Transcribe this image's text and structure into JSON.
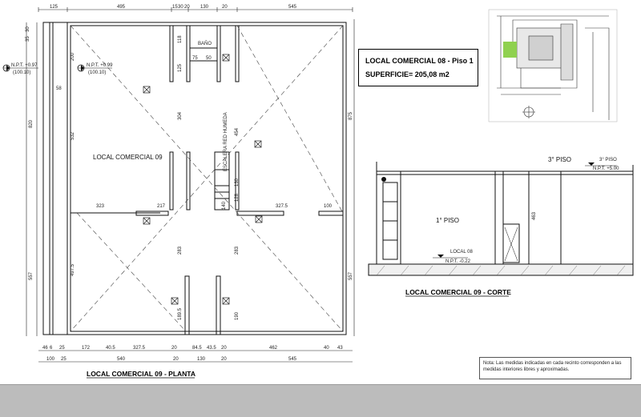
{
  "title_box": {
    "line1": "LOCAL COMERCIAL 08 - Piso 1",
    "line2": "SUPERFICIE= 205,08 m2"
  },
  "plan": {
    "room_label": "LOCAL COMERCIAL 09",
    "caption": "LOCAL COMERCIAL 09 - PLANTA",
    "top_dims": [
      "125",
      "495",
      "15",
      "30",
      "20",
      "130",
      "20",
      "545"
    ],
    "bottom_dims_row1": [
      "46",
      "6",
      "25",
      "172",
      "40.5",
      "327.5",
      "20",
      "84.5",
      "43.5",
      "20",
      "462",
      "40",
      "43"
    ],
    "bottom_dims_row2": [
      "100",
      "25",
      "540",
      "20",
      "130",
      "20",
      "545"
    ],
    "left_dims": [
      "30",
      "35",
      "820",
      "557"
    ],
    "right_dims": [
      "875",
      "557"
    ],
    "inner_dims": [
      "532",
      "323",
      "217",
      "327.5",
      "100",
      "304",
      "454",
      "283",
      "283",
      "497.5",
      "130",
      "128",
      "190",
      "189.5",
      "200",
      "118",
      "75",
      "50",
      "58",
      "125",
      "140"
    ],
    "npt_left": {
      "label": "N.P.T. +0.97",
      "value": "(100.10)"
    },
    "npt_right": {
      "label": "N.P.T. +0.99",
      "value": "(100.10)"
    },
    "stair_label": "ESCALERA RED HUMEDA",
    "bano_label": "BAÑO"
  },
  "section": {
    "floor3_label": "3° PISO",
    "floor1_label": "1° PISO",
    "floor3_npt": {
      "label": "3° PISO",
      "value": "N.P.T. +5.00"
    },
    "local_level": {
      "label": "LOCAL 08",
      "value": "N.P.T. -0.22"
    },
    "height_dim": "463",
    "caption": "LOCAL COMERCIAL 09 - CORTE"
  },
  "note": "Nota: Las medidas indicadas en cada recinto corresponden a las medidas interiores libres y aproximadas.",
  "colors": {
    "highlight": "#8fd14f",
    "line": "#1a1a1a",
    "footer": "#bcbcbc"
  }
}
